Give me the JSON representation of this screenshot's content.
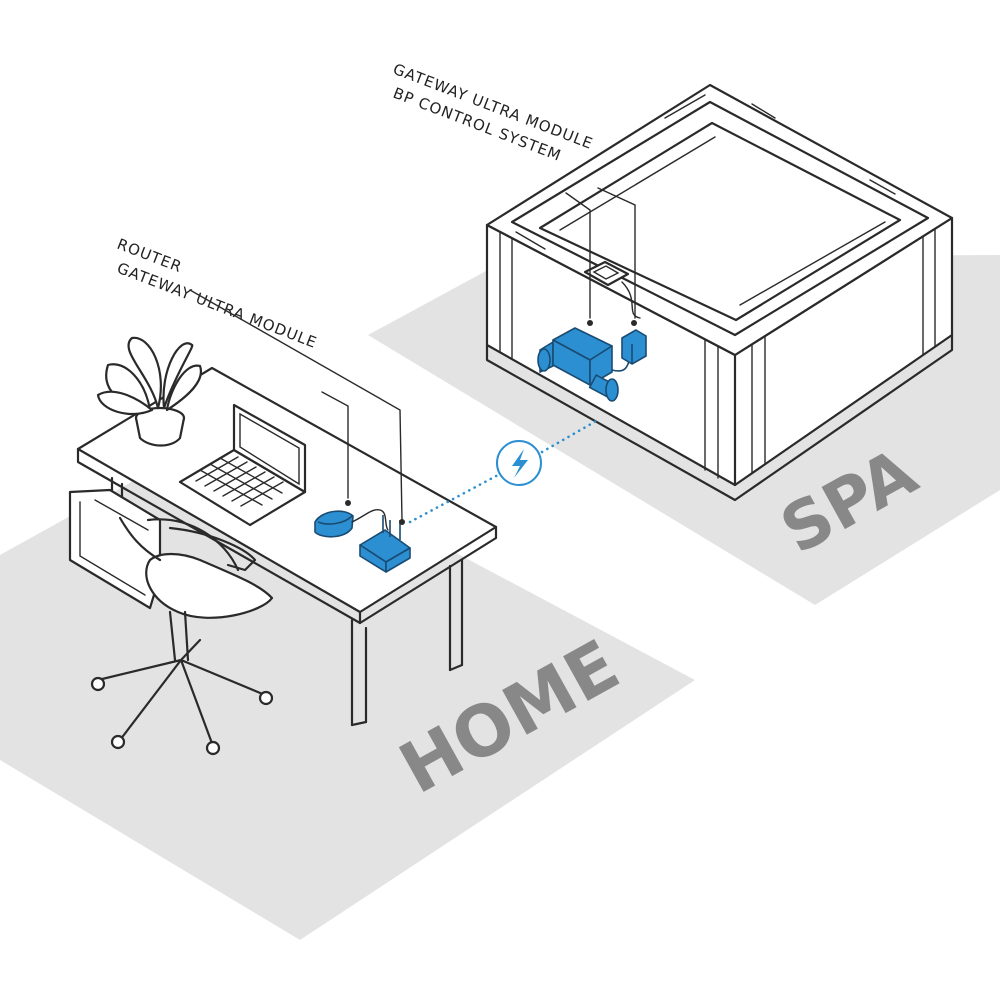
{
  "labels": {
    "spa_gateway": "GATEWAY ULTRA MODULE",
    "spa_control": "BP CONTROL SYSTEM",
    "home_router": "ROUTER",
    "home_gateway": "GATEWAY ULTRA MODULE"
  },
  "zones": {
    "home": "HOME",
    "spa": "SPA"
  },
  "colors": {
    "accent": "#2b8fd1",
    "accent_dark": "#1a4b73",
    "floor": "#e3e3e3",
    "zone_text": "#888888",
    "line": "#2a2a2a"
  },
  "icons": {
    "wireless": "lightning-bolt-icon"
  }
}
